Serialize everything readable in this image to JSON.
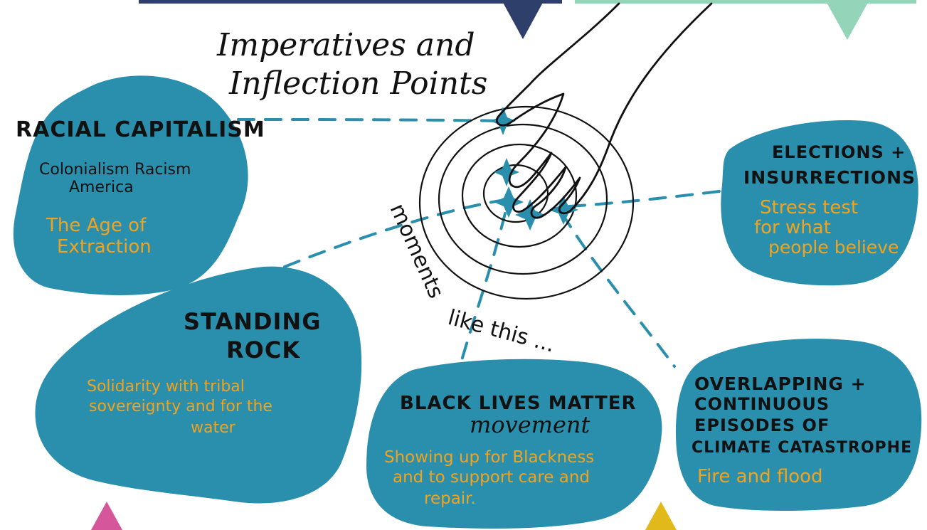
{
  "colors": {
    "blob": "#2a8fad",
    "heading": "#111111",
    "subtext": "#f2a31e",
    "banner_left": "#2e3f6b",
    "banner_right": "#94d4b9",
    "marker_pink": "#d5569b",
    "marker_yellow": "#e2b91a"
  },
  "title": {
    "line1": "Imperatives and",
    "line2": "Inflection Points"
  },
  "center_label": {
    "word1": "moments",
    "word2": "like this ..."
  },
  "racial_capitalism": {
    "heading": "RACIAL CAPITALISM",
    "line1": "Colonialism Racism",
    "line2": "America",
    "sub1": "The Age of",
    "sub2": "Extraction"
  },
  "elections": {
    "heading1": "ELECTIONS +",
    "heading2": "INSURRECTIONS",
    "sub1": "Stress test",
    "sub2": "for what",
    "sub3": "people believe"
  },
  "standing_rock": {
    "heading1": "STANDING",
    "heading2": "ROCK",
    "sub1": "Solidarity with tribal",
    "sub2": "sovereignty and for the",
    "sub3": "water"
  },
  "black_lives": {
    "heading1": "BLACK LIVES MATTER",
    "heading2": "movement",
    "sub1": "Showing up for Blackness",
    "sub2": "and to support care and",
    "sub3": "repair."
  },
  "climate": {
    "heading1": "OVERLAPPING +",
    "heading2": "CONTINUOUS",
    "heading3": "EPISODES OF",
    "heading4": "CLIMATE CATASTROPHE",
    "sub1": "Fire and flood"
  }
}
